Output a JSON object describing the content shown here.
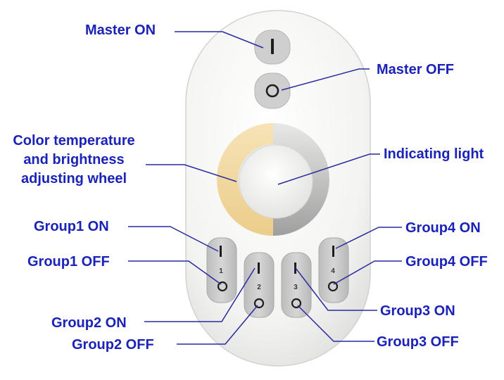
{
  "colors": {
    "label_text": "#1a22b8",
    "leader_line": "#2a2aa0",
    "remote_body": "#f4f4f2",
    "button_gray": "#c9c9c9",
    "wheel_warm": "#f2d9a0",
    "wheel_cool": "#b8b8b8",
    "indicator_center": "#ffffff"
  },
  "labels": {
    "master_on": "Master ON",
    "master_off": "Master OFF",
    "wheel_line1": "Color temperature",
    "wheel_line2": "and brightness",
    "wheel_line3": "adjusting wheel",
    "indicating_light": "Indicating light",
    "group1_on": "Group1 ON",
    "group1_off": "Group1 OFF",
    "group2_on": "Group2 ON",
    "group2_off": "Group2 OFF",
    "group3_on": "Group3 ON",
    "group3_off": "Group3 OFF",
    "group4_on": "Group4 ON",
    "group4_off": "Group4 OFF"
  },
  "remote": {
    "on_symbol": "I",
    "off_symbol": "O",
    "group_numbers": [
      "1",
      "2",
      "3",
      "4"
    ]
  },
  "icons": {
    "on": "power-on-icon",
    "off": "power-off-icon"
  }
}
